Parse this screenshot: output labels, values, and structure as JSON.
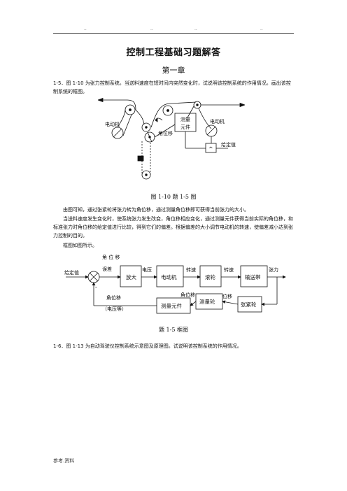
{
  "header": {
    "marks": [
      "..",
      "..",
      "..",
      ".."
    ]
  },
  "title": "控制工程基础习题解答",
  "chapter": "第一章",
  "q15": {
    "text": "1-5．图 1-10 为张力控制系统。当送料速度在短时间内突然变化时，试说明该控制系统的作用情况。画出该控制系统的框图。"
  },
  "fig110": {
    "labels": {
      "motor_left": "电动机",
      "motor_right": "电动机",
      "measure_line1": "测量",
      "measure_line2": "元件",
      "angle": "角位移",
      "setpoint": "给定值",
      "amp": "^"
    },
    "caption": "图 1-10  题 1-5 图"
  },
  "answer": {
    "p1": "由图可知，通过张紧轮将张力转为角位移，通过测量角位移即可获得当前张力的大小。",
    "p2": "当送料速度发生变化时，使系统张力发生改变，角位移相应变化，通过测量元件获得当前实际的角位移，和标准张力时角位移的给定值进行比较，得到它们的偏差。根据偏差的大小调节电动机的转速，使偏差减小达到张力控制的目的。",
    "p3": "框图如图所示。"
  },
  "block": {
    "top_note_line1": "角 位 移",
    "error": "误差",
    "setpoint": "给定值",
    "minus": "-",
    "blocks": {
      "amp": "放大",
      "motor": "电动机",
      "roller": "滚轮",
      "belt": "输送带",
      "measure_elem": "测量元件",
      "measure_wheel": "测量轮",
      "tension_wheel": "张紧轮"
    },
    "signals": {
      "voltage": "电压",
      "speed1": "转速",
      "speed2": "转速",
      "tension": "张力",
      "disp": "位移",
      "angle": "角位移",
      "angle2_line1": "角位移",
      "angle2_line2": "（电压等）"
    },
    "caption": "题 1-5  框图"
  },
  "q16": {
    "text": "1-6．图 1-13 为自动驾驶仪控制系统示意图及原理图。试说明该控制系统的作用情况。"
  },
  "footer": "参考.资料"
}
